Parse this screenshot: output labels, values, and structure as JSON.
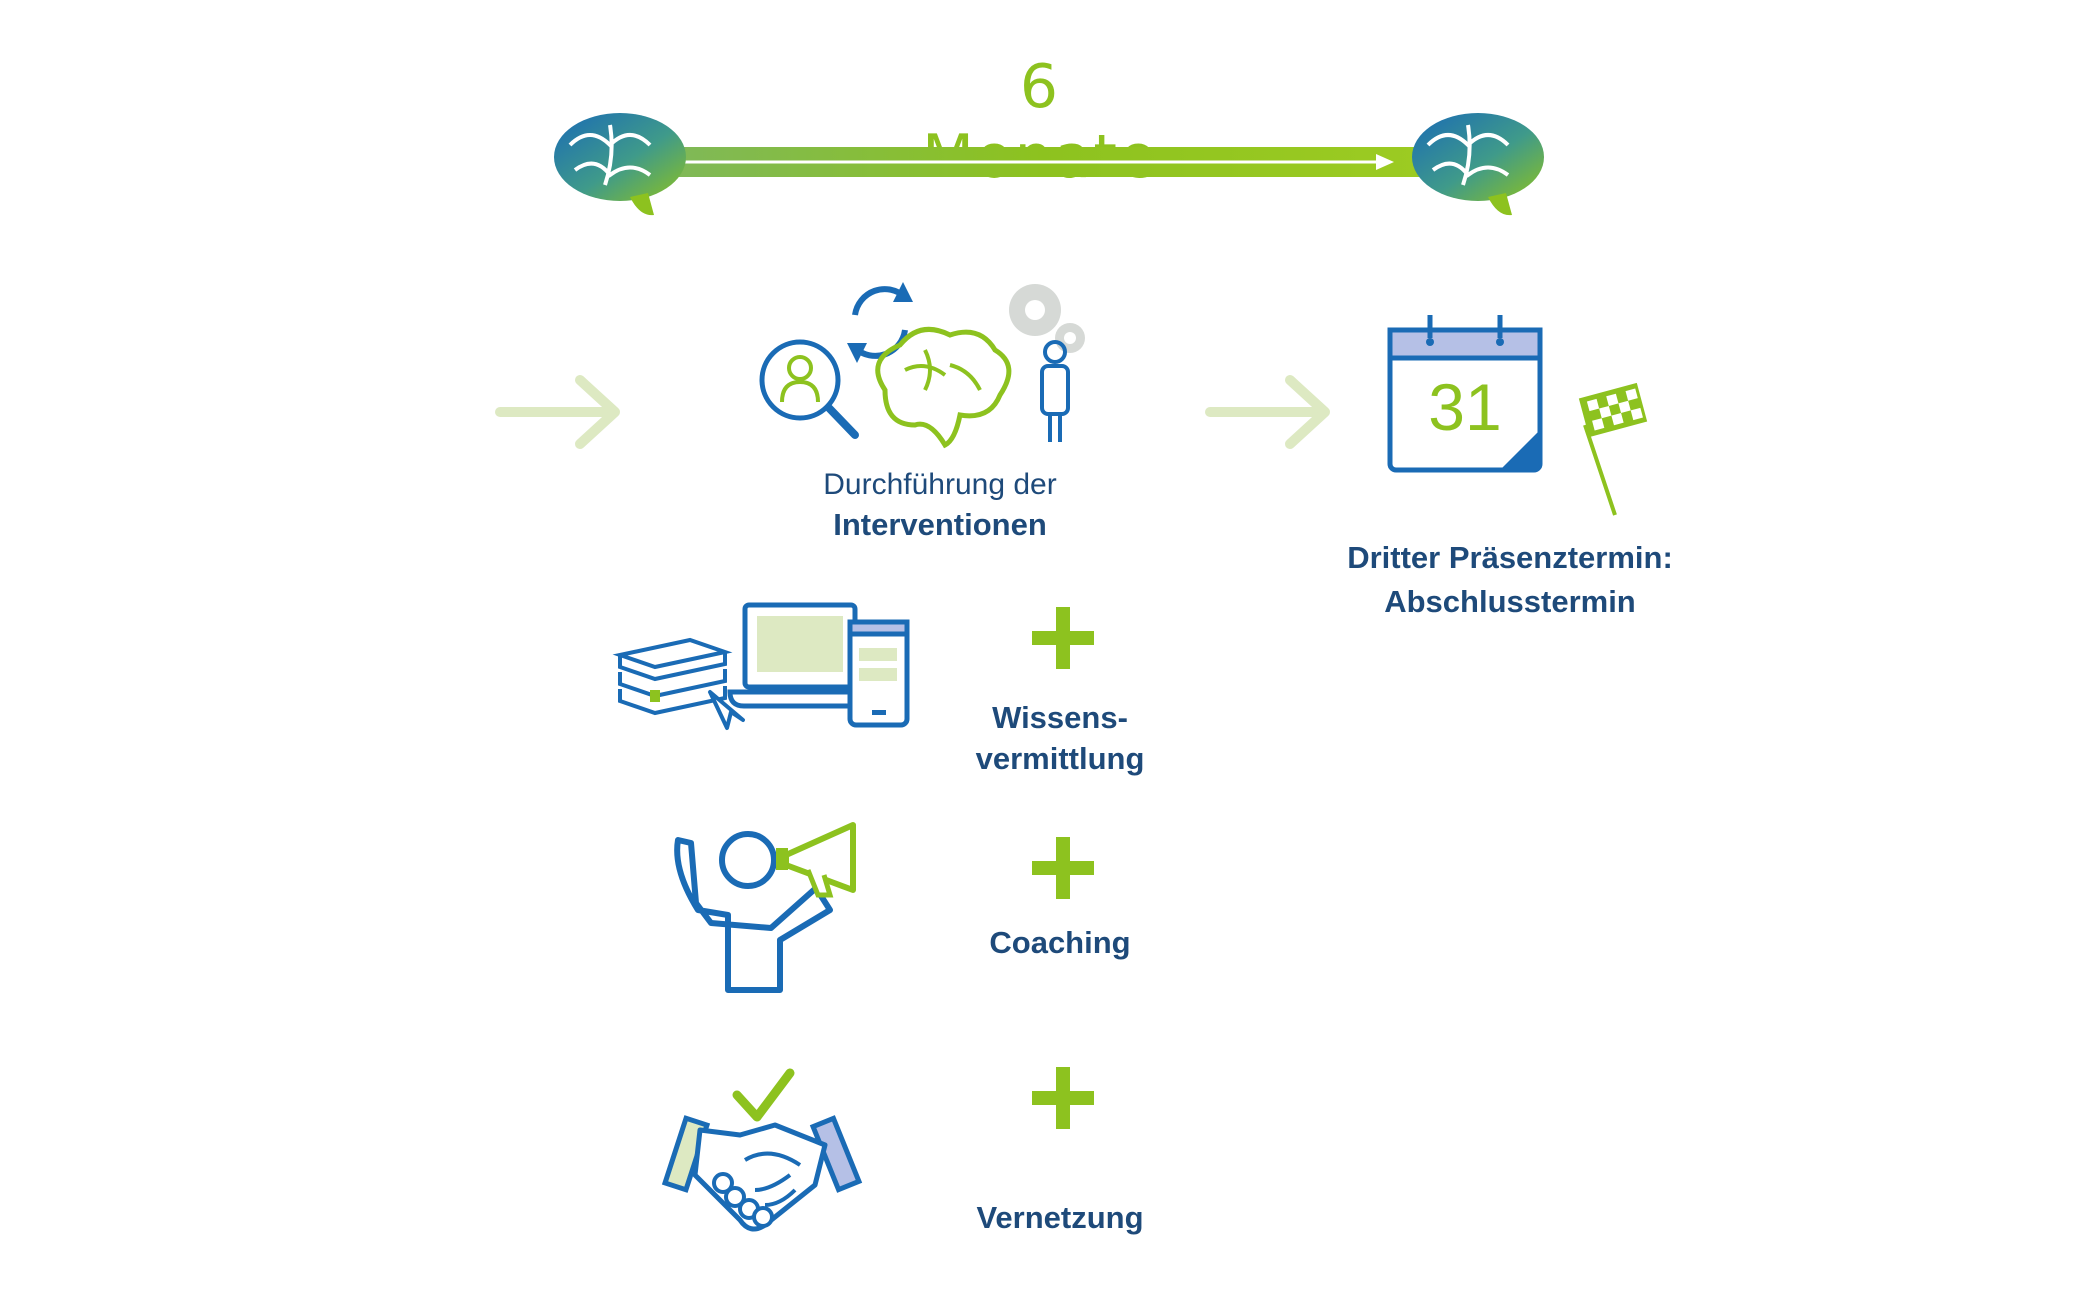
{
  "timeline": {
    "duration_label": "6 Monate"
  },
  "step": {
    "label_line1": "Durchführung der",
    "label_line2": "Interventionen"
  },
  "final": {
    "label_line1": "Dritter Präsenztermin:",
    "label_line2": "Abschlusstermin",
    "calendar_day": "31"
  },
  "components": [
    {
      "icon": "books-devices-icon",
      "label_line1": "Wissens-",
      "label_line2": "vermittlung"
    },
    {
      "icon": "megaphone-person-icon",
      "label_line1": "Coaching"
    },
    {
      "icon": "handshake-icon",
      "label_line1": "Vernetzung"
    }
  ],
  "colors": {
    "green": "#8dc21f",
    "blue": "#1a6bb5",
    "navy": "#1e4a7a",
    "pale_green": "#dde9c2",
    "lilac": "#b5c0e6"
  }
}
